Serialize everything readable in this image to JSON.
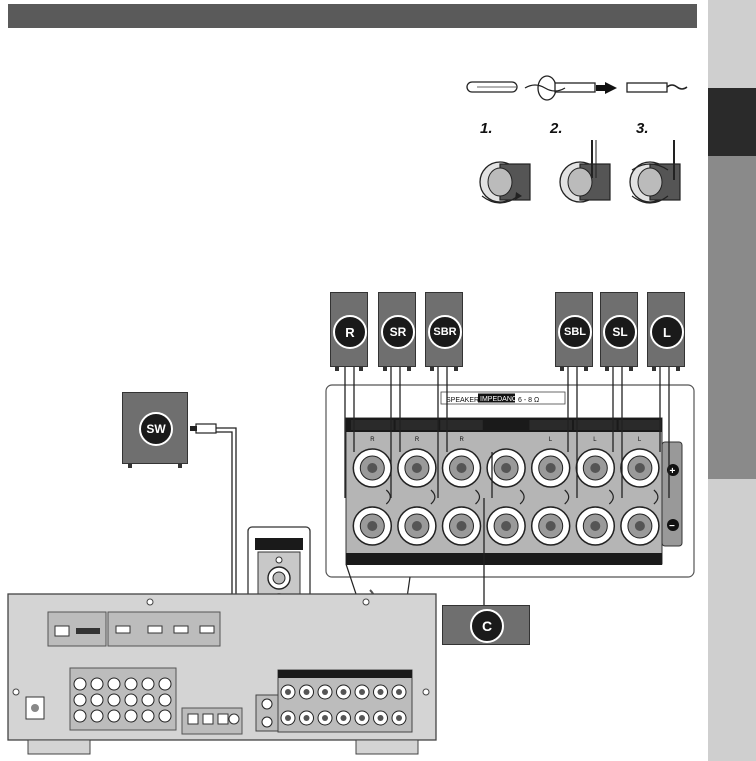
{
  "steps": [
    "1.",
    "2.",
    "3."
  ],
  "speakers": {
    "front_right": "R",
    "surround_right": "SR",
    "surround_back_right": "SBR",
    "surround_back_left": "SBL",
    "surround_left": "SL",
    "front_left": "L",
    "subwoofer": "SW",
    "center": "C"
  },
  "terminal_panel": {
    "label_prefix": "SPEAKER",
    "label_highlight": "IMPEDANCE",
    "label_suffix": "6 - 8 Ω",
    "channel_sides": [
      "R",
      "R",
      "R",
      "",
      "L",
      "L",
      "L"
    ],
    "plus_sign": "+",
    "minus_sign": "−"
  },
  "colors": {
    "header": "#5a5a5a",
    "speaker_body": "#6f6f6f",
    "badge": "#1a1a1a",
    "panel": "#b5b5b5",
    "receiver": "#cfcfcf"
  }
}
